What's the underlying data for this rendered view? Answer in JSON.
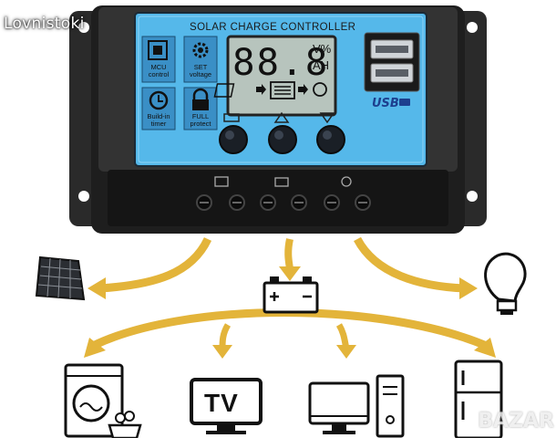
{
  "watermark": {
    "top": "Lovnistoki",
    "bottom": "BAZAR"
  },
  "controller": {
    "title": "SOLAR CHARGE CONTROLLER",
    "display_value": "88.8",
    "unit_percent": "V%",
    "unit_ah": "AH",
    "usb_label": "USB",
    "features": [
      {
        "label_line1": "MCU",
        "label_line2": "control"
      },
      {
        "label_line1": "SET",
        "label_line2": "voltage"
      },
      {
        "label_line1": "Build-in",
        "label_line2": "timer"
      },
      {
        "label_line1": "FULL",
        "label_line2": "protect"
      }
    ]
  },
  "appliances": {
    "tv_label": "TV"
  },
  "colors": {
    "panel_blue": "#55b8ea",
    "casing": "#262626",
    "arrow": "#e3b43a",
    "lcd": "#b7c4bd"
  },
  "icons": [
    "solar-panel-icon",
    "battery-icon",
    "light-bulb-icon",
    "washing-machine-icon",
    "tv-icon",
    "desktop-computer-icon",
    "refrigerator-icon"
  ]
}
